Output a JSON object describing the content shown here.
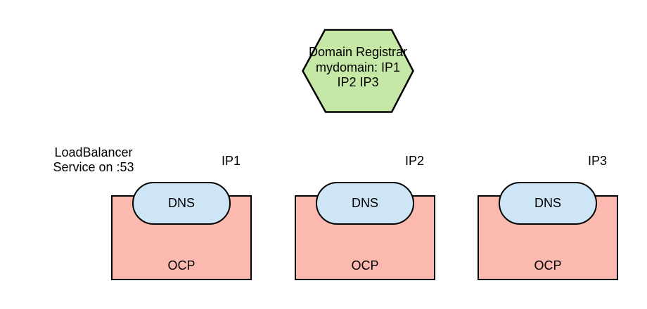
{
  "colors": {
    "registrar_fill": "#c5e8a6",
    "ocp_fill": "#fcb9b0",
    "dns_fill": "#cde5f5",
    "outline": "#000000",
    "background": "#ffffff",
    "text": "#000000"
  },
  "registrar": {
    "lines": [
      "Domain Registrar",
      "mydomain: IP1",
      "IP2 IP3"
    ]
  },
  "loadbalancer": {
    "lines": [
      "LoadBalancer",
      "Service on :53"
    ]
  },
  "clusters": [
    {
      "ip": "IP1",
      "dns": "DNS",
      "node": "OCP"
    },
    {
      "ip": "IP2",
      "dns": "DNS",
      "node": "OCP"
    },
    {
      "ip": "IP3",
      "dns": "DNS",
      "node": "OCP"
    }
  ]
}
